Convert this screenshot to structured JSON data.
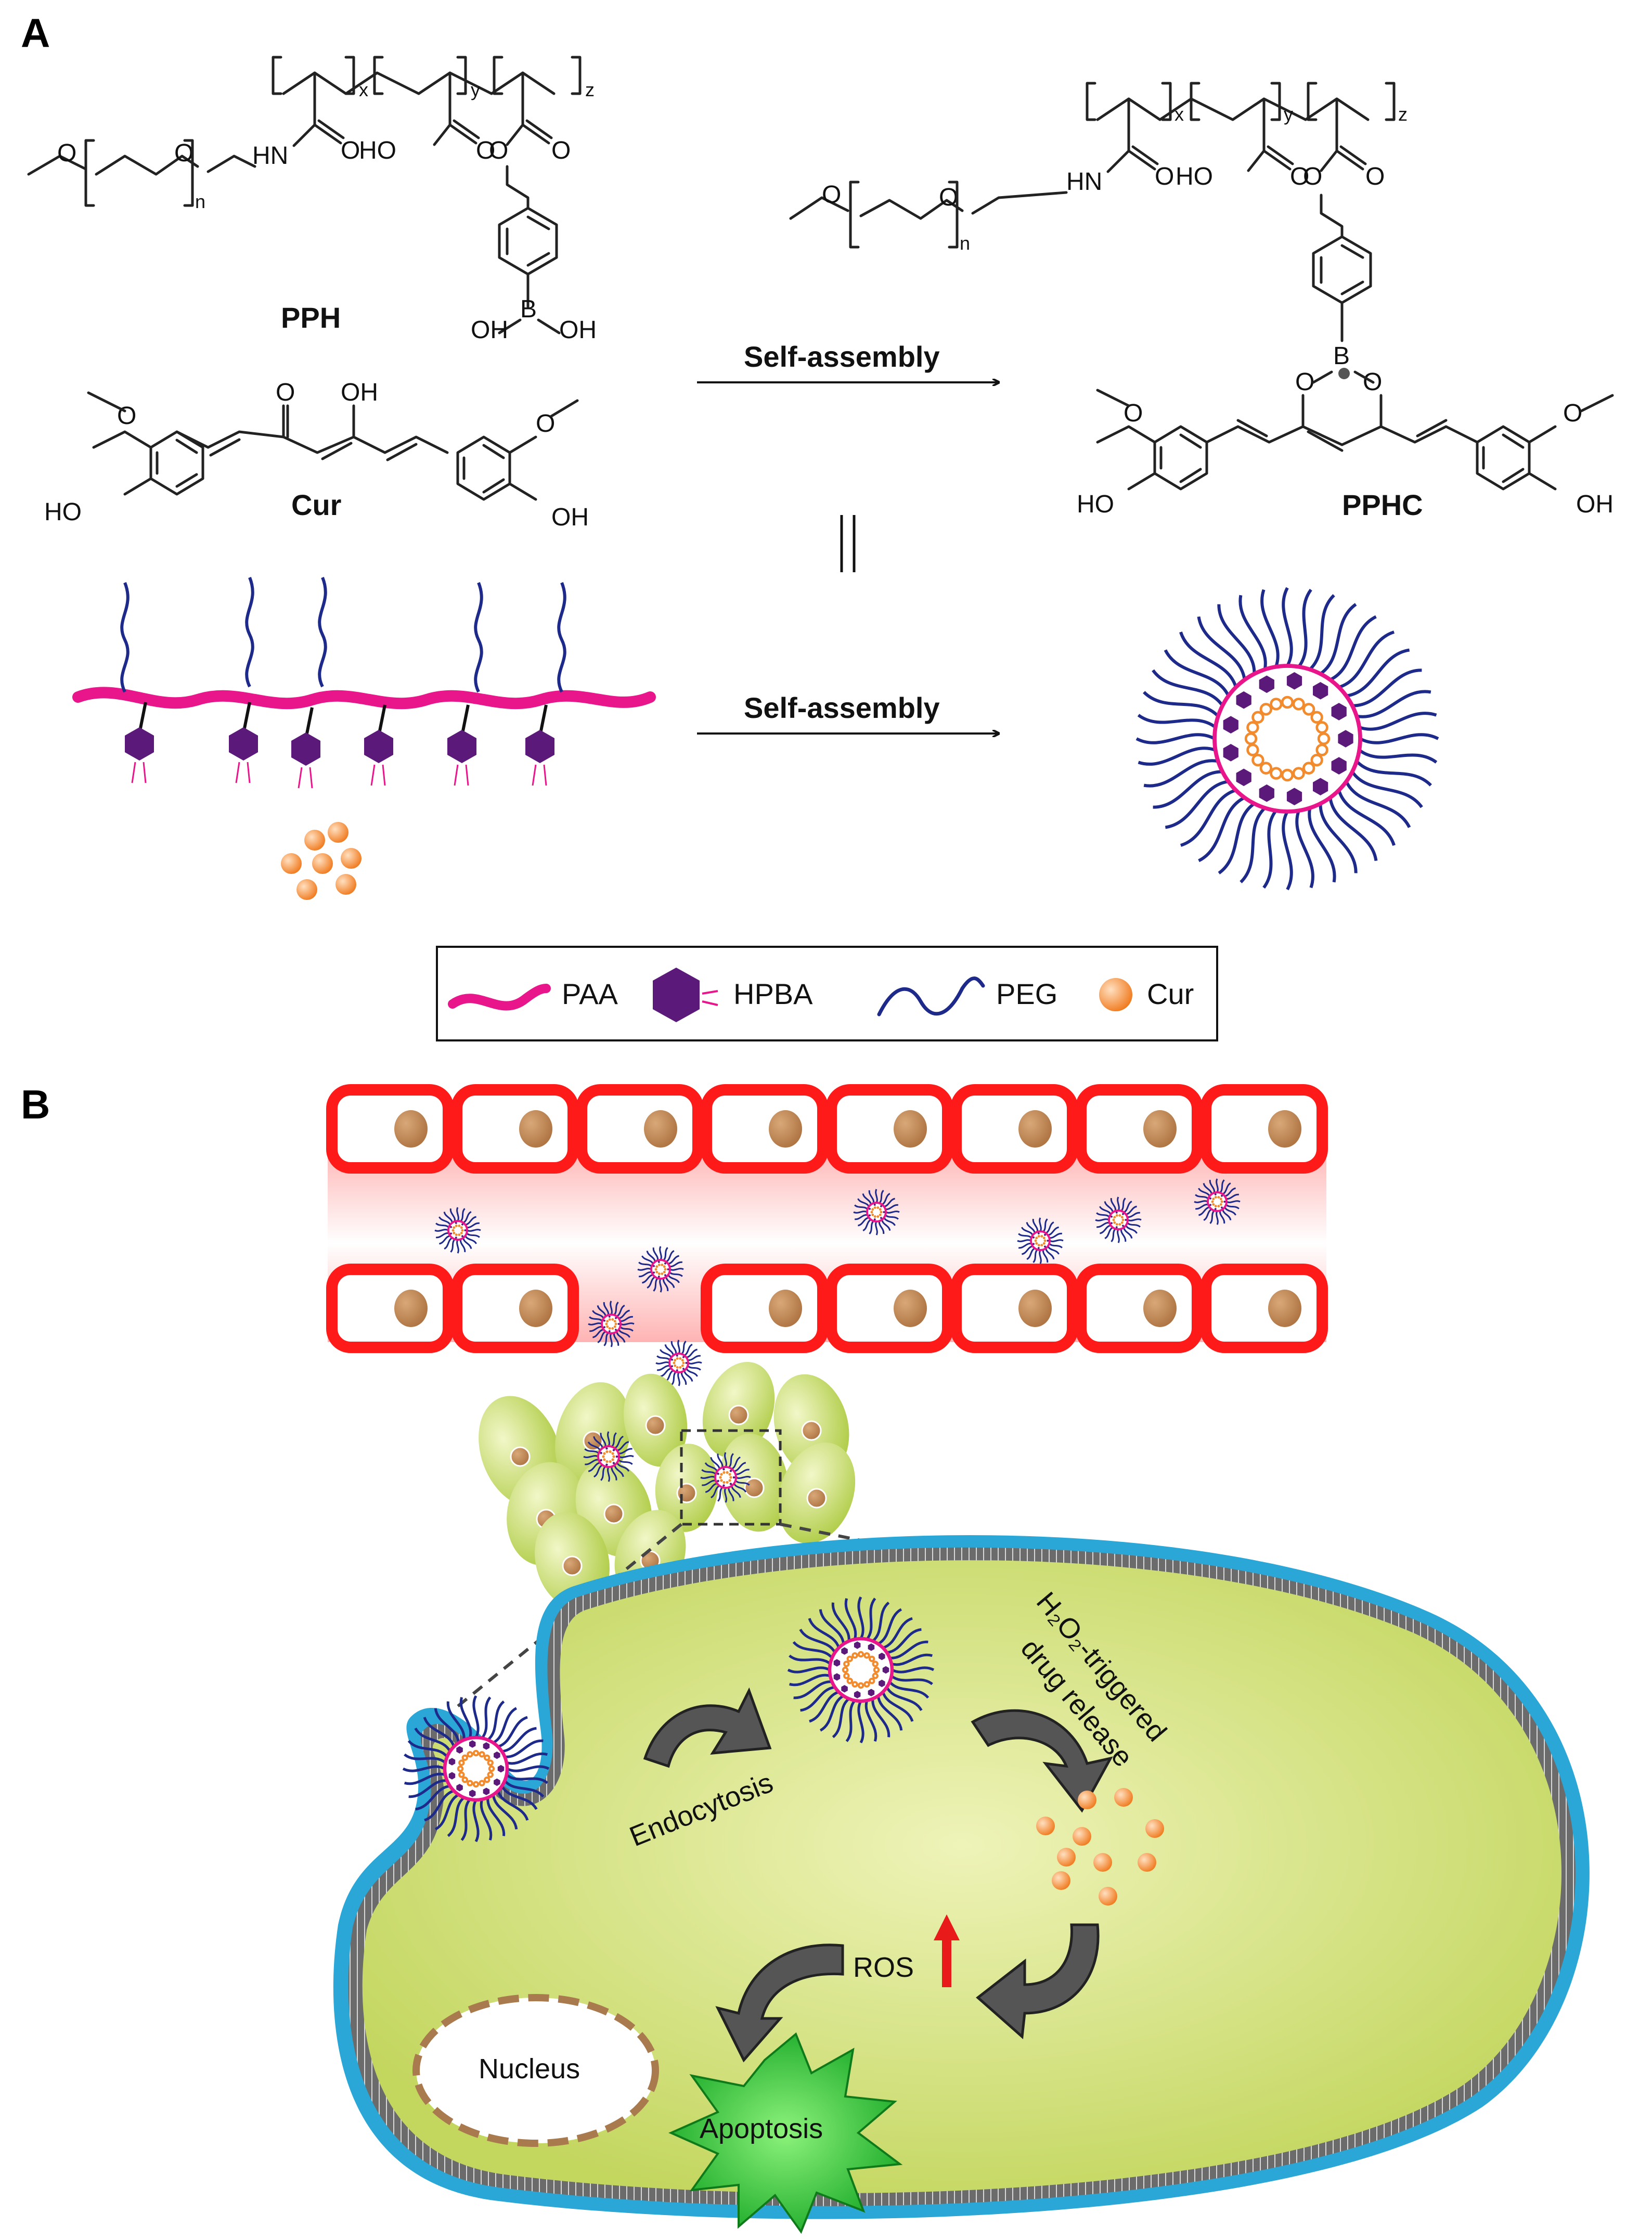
{
  "panels": {
    "a": "A",
    "b": "B"
  },
  "chem": {
    "pph_name": "PPH",
    "cur_name": "Cur",
    "pphc_name": "PPHC",
    "sub_x": "x",
    "sub_y": "y",
    "sub_z": "z",
    "sub_n": "n",
    "hn": "HN",
    "o": "O",
    "ho": "HO",
    "oh": "OH",
    "b": "B"
  },
  "arrows": {
    "top": "Self-assembly",
    "middle": "Self-assembly"
  },
  "legend": [
    {
      "label": "PAA",
      "icon": "pink-wave-icon"
    },
    {
      "label": "HPBA",
      "icon": "purple-hexagon-icon"
    },
    {
      "label": "PEG",
      "icon": "blue-wave-icon"
    },
    {
      "label": "Cur",
      "icon": "orange-sphere-icon"
    }
  ],
  "cell": {
    "endocytosis": "Endocytosis",
    "release_line1": "H₂O₂-triggered",
    "release_line2": "drug release",
    "ros": "ROS",
    "nucleus": "Nucleus",
    "apoptosis": "Apoptosis"
  },
  "colors": {
    "paa": "#e8168a",
    "hpba": "#5b1a7a",
    "peg": "#1d2a8a",
    "cur": "#f28a2e",
    "vessel": "#ff1a1a",
    "cytoplasm": "#cfe07a",
    "membrane": "#2aa7d6"
  }
}
